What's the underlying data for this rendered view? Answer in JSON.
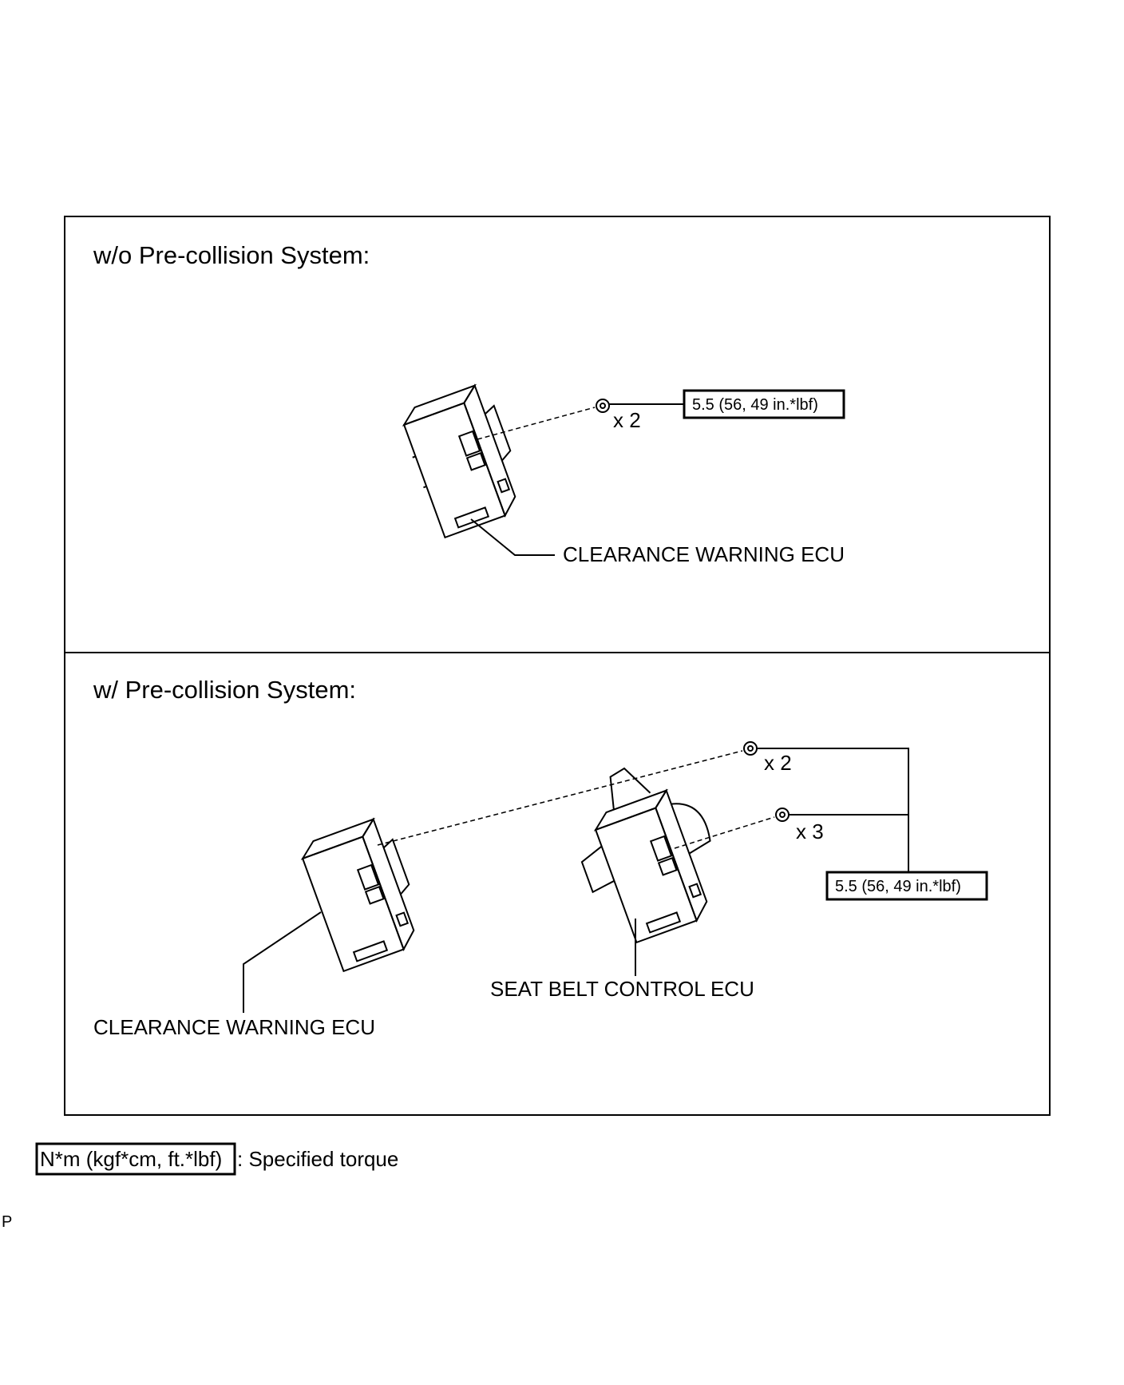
{
  "panels": [
    {
      "title": "w/o Pre-collision System:",
      "ecu_label": "CLEARANCE WARNING ECU",
      "qty": "x 2",
      "torque": "5.5 (56, 49 in.*lbf)"
    },
    {
      "title": "w/ Pre-collision System:",
      "ecu_left_label": "CLEARANCE WARNING ECU",
      "ecu_right_label": "SEAT BELT CONTROL ECU",
      "qty_top": "x 2",
      "qty_bottom": "x 3",
      "torque": "5.5 (56, 49 in.*lbf)"
    }
  ],
  "legend": {
    "unit_box": "N*m (kgf*cm, ft.*lbf)",
    "description": ": Specified torque"
  },
  "footer_code": "P"
}
